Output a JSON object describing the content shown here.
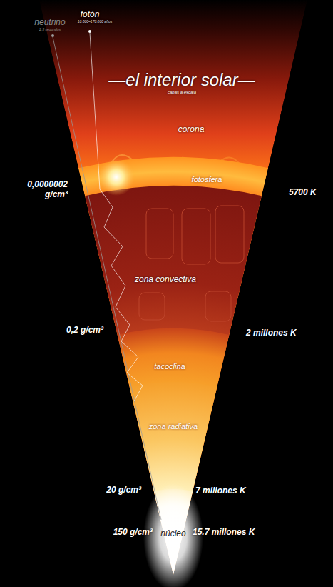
{
  "diagram": {
    "title": "—el interior solar—",
    "caption": "capas a escala",
    "labels": [
      "neutrino",
      "2,3 segundos",
      "fotón",
      "10.000–170.000 años",
      "corona",
      "0,0000002 g/cm³",
      "fotosfera",
      "5700 K",
      "zona convectiva",
      "0,2 g/cm³",
      "2 millones K",
      "tacoclina",
      "zona radiativa",
      "20 g/cm³",
      "7 millones K",
      "núcleo",
      "150 g/cm³",
      "15.7 millones K"
    ]
  }
}
